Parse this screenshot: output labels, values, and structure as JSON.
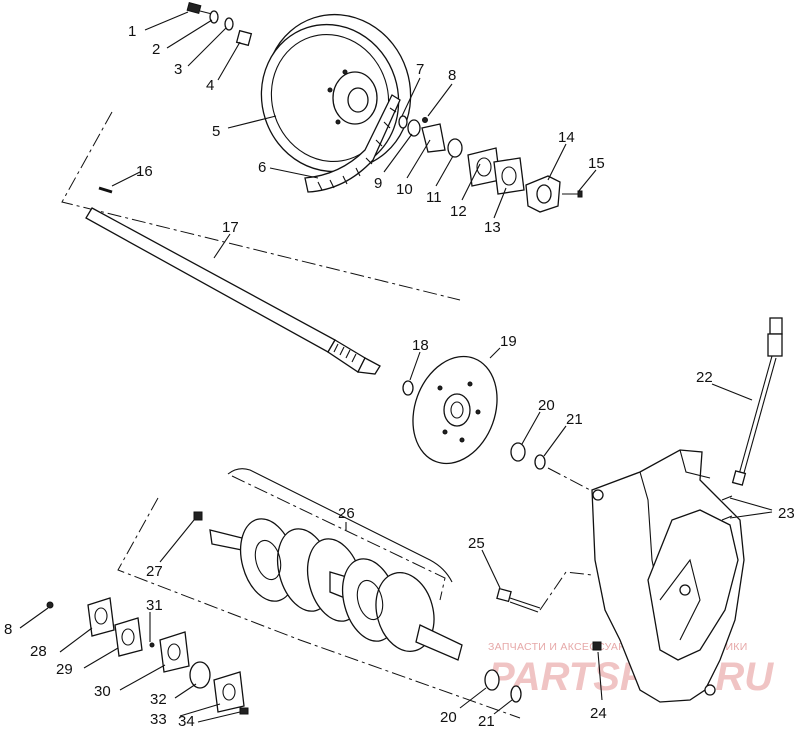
{
  "callouts": [
    "1",
    "2",
    "3",
    "4",
    "5",
    "6",
    "7",
    "8",
    "9",
    "10",
    "11",
    "12",
    "13",
    "14",
    "15",
    "16",
    "17",
    "18",
    "19",
    "20",
    "21",
    "22",
    "23",
    "24",
    "25",
    "26",
    "27",
    "28",
    "29",
    "30",
    "31",
    "32",
    "33",
    "34"
  ],
  "callout_repeats": {
    "c8b": "8",
    "c20b": "20",
    "c21b": "21"
  },
  "watermark": {
    "line1": "ЗАПЧАСТИ И АКСЕССУАРЫ ДЛЯ МОТОТЕХНИКИ",
    "brand": "PARTSFOR.RU"
  }
}
